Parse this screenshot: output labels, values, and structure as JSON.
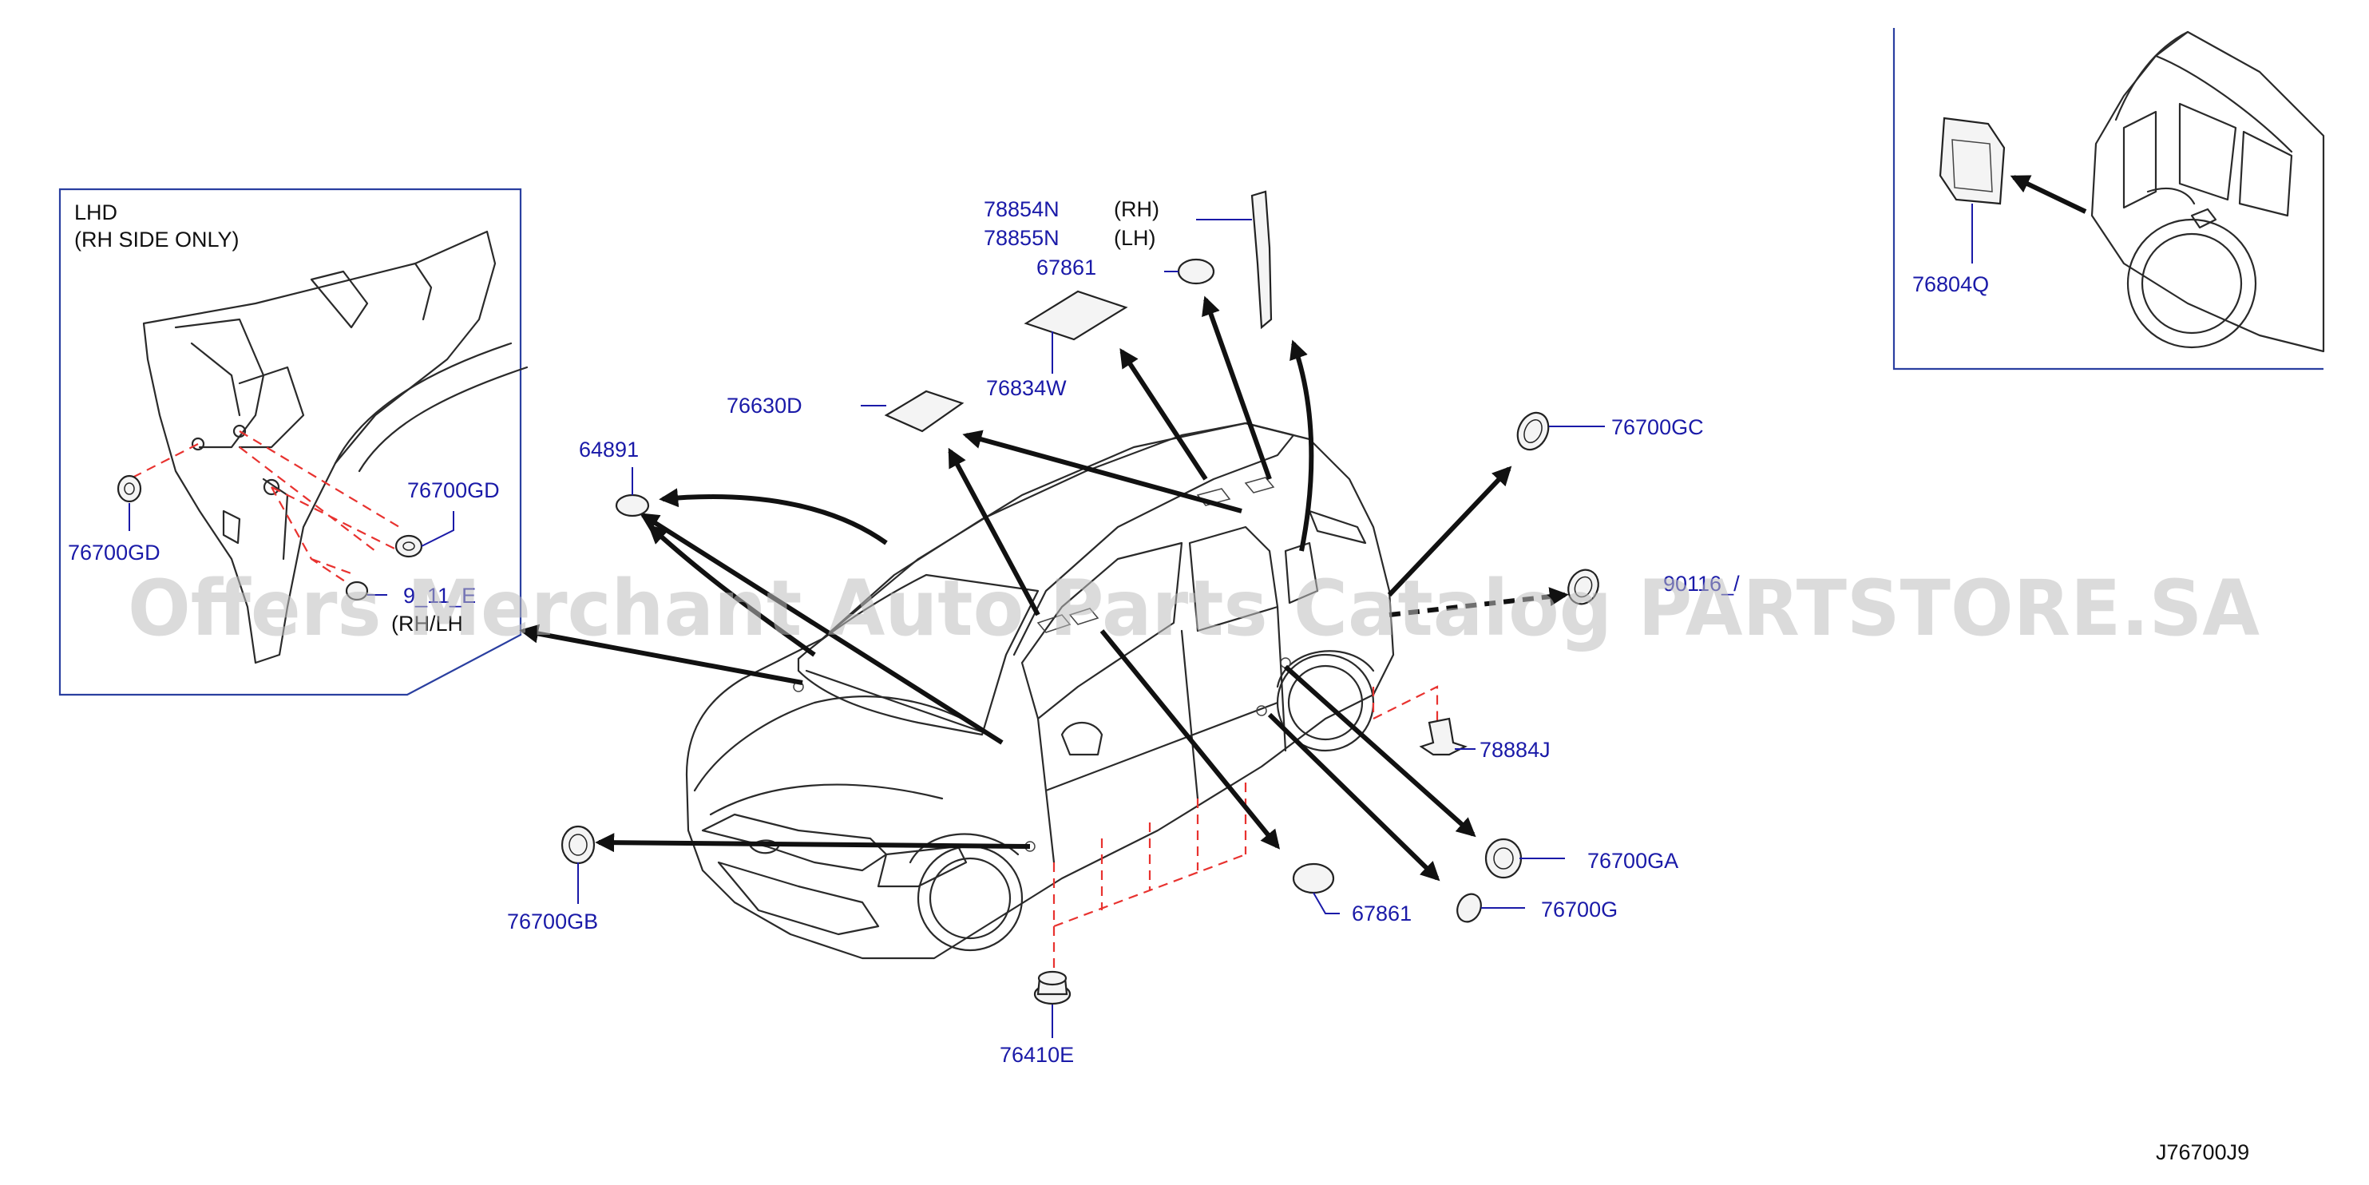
{
  "diagram_code": "J76700J9",
  "watermark": "Offers Merchant Auto Parts Catalog PARTSTORE.SA",
  "inset_lhd": {
    "title_line1": "LHD",
    "title_line2": "(RH   SIDE   ONLY)",
    "labels": {
      "gd_upper": "76700GD",
      "gd_left": "76700GD",
      "clip_partial": "9_11_E",
      "clip_side": "(RH/LH"
    }
  },
  "inset_rear": {
    "label": "76804Q"
  },
  "labels": {
    "p78854N": "78854N",
    "p78854N_side": "(RH)",
    "p78855N": "78855N",
    "p78855N_side": "(LH)",
    "p67861_top": "67861",
    "p76834W": "76834W",
    "p76630D": "76630D",
    "p64891": "64891",
    "p76700GC": "76700GC",
    "p_partial_right": "90116_/",
    "p78884J": "78884J",
    "p76700GA": "76700GA",
    "p76700G": "76700G",
    "p67861_bottom": "67861",
    "p76700GB": "76700GB",
    "p76410E": "76410E"
  },
  "colors": {
    "label_blue": "#1a1aa8",
    "line_black": "#111111",
    "dash_red": "#e8322f",
    "frame_blue": "#2a3fa0",
    "watermark_gray": "#bdbdbd"
  }
}
